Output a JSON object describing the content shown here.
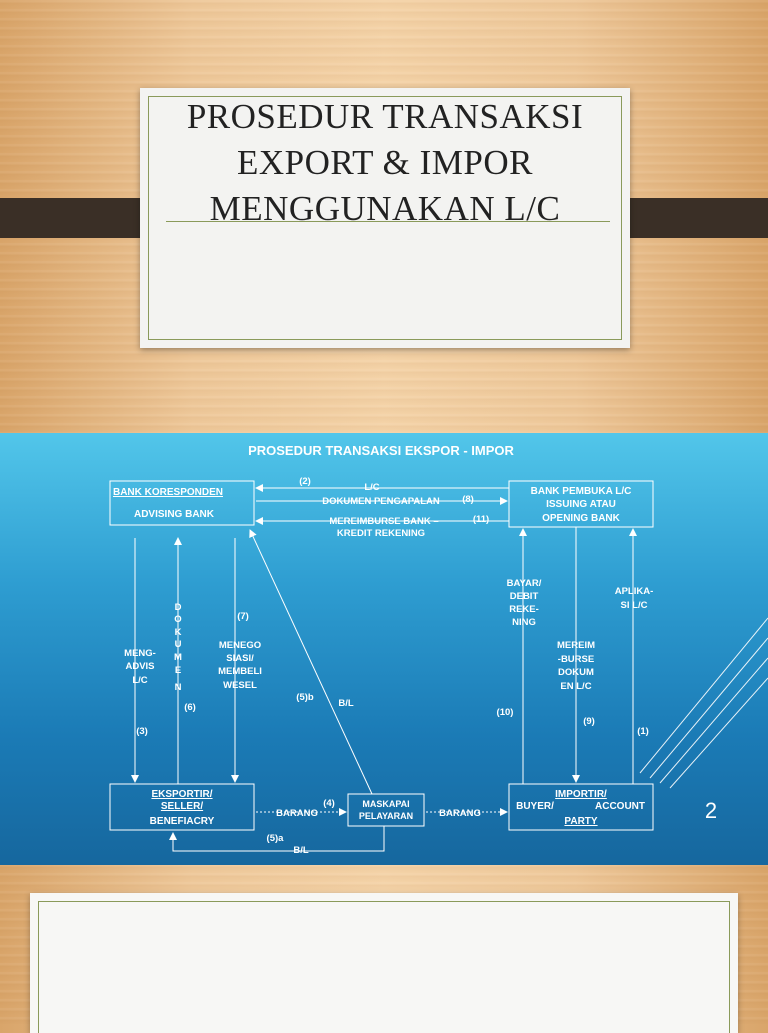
{
  "slide1": {
    "title_line1": "PROSEDUR TRANSAKSI",
    "title_line2": "EXPORT & IMPOR",
    "title_line3": "MENGGUNAKAN L/C"
  },
  "slide2": {
    "heading": "PROSEDUR TRANSAKSI EKSPOR - IMPOR",
    "page_number": "2",
    "boxes": {
      "bank_koresponden": "BANK KORESPONDEN",
      "advising_bank": "ADVISING BANK",
      "bank_pembuka_1": "BANK PEMBUKA L/C",
      "bank_pembuka_2": "ISSUING ATAU",
      "bank_pembuka_3": "OPENING BANK",
      "eksportir_1": "EKSPORTIR/",
      "eksportir_2": "SELLER/",
      "eksportir_3": "BENEFIACRY",
      "maskapai_1": "MASKAPAI",
      "maskapai_2": "PELAYARAN",
      "importir_1": "IMPORTIR/",
      "importir_2": "BUYER/",
      "importir_3": "ACCOUNT",
      "importir_4": "PARTY"
    },
    "labels": {
      "step2": "(2)",
      "lc": "L/C",
      "dokumen_pengapalan": "DOKUMEN PENGAPALAN",
      "step8": "(8)",
      "mereimburse_bank": "MEREIMBURSE BANK –",
      "kredit_rekening": "KREDIT REKENING",
      "step11": "(11)",
      "meng": "MENG-",
      "advis": "ADVIS",
      "lc2": "L/C",
      "step3": "(3)",
      "dokumen_vertical": [
        "D",
        "O",
        "K",
        "U",
        "M",
        "E",
        "N"
      ],
      "step6": "(6)",
      "step7": "(7)",
      "menego": "MENEGO",
      "siasi": "SIASI/",
      "membeli": "MEMBELI",
      "wesel": "WESEL",
      "step5b": "(5)b",
      "bl": "B/L",
      "bayar": "BAYAR/",
      "debit": "DEBIT",
      "reke": "REKE-",
      "ning": "NING",
      "step10": "(10)",
      "mereim": "MEREIM",
      "burse": "-BURSE",
      "dokum": "DOKUM",
      "en_lc": "EN L/C",
      "step9": "(9)",
      "aplika": "APLIKA-",
      "si_lc": "SI  L/C",
      "step1": "(1)",
      "barang1": "BARANG",
      "step4": "(4)",
      "barang2": "BARANG",
      "step5a": "(5)a",
      "bl2": "B/L"
    }
  }
}
